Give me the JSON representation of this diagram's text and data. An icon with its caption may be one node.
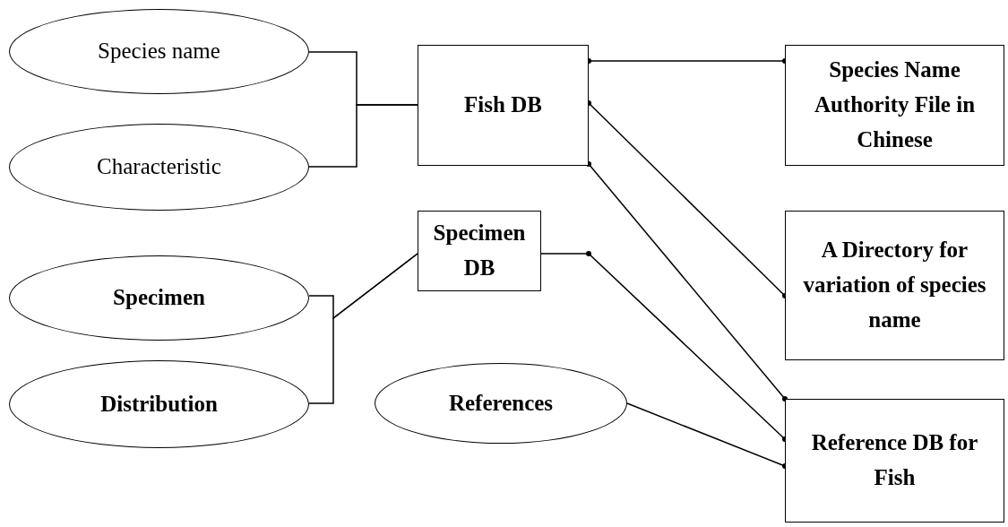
{
  "diagram": {
    "nodes": [
      {
        "text": [
          "Species name"
        ]
      },
      {
        "text": [
          "Characteristic"
        ]
      },
      {
        "text": [
          "Fish DB"
        ]
      },
      {
        "text": [
          "Species Name Authority File in Chinese"
        ]
      },
      {
        "text": [
          "Specimen DB"
        ]
      },
      {
        "text": [
          "A Directory for variation of species name"
        ]
      },
      {
        "text": [
          "Specimen"
        ]
      },
      {
        "text": [
          "Distribution"
        ]
      },
      {
        "text": [
          "References"
        ]
      },
      {
        "text": [
          "Reference DB for Fish"
        ]
      }
    ],
    "edges": [
      {
        "from": 0,
        "to": 2,
        "arrow": "none"
      },
      {
        "from": 1,
        "to": 2,
        "arrow": "none"
      },
      {
        "from": 2,
        "to": 3,
        "arrow": "other"
      },
      {
        "from": 2,
        "to": 5,
        "arrow": "other"
      },
      {
        "from": 2,
        "to": 9,
        "arrow": "other"
      },
      {
        "from": 4,
        "to": 9,
        "arrow": "other"
      },
      {
        "from": 6,
        "to": 4,
        "arrow": "none"
      },
      {
        "from": 7,
        "to": 4,
        "arrow": "none"
      },
      {
        "from": 8,
        "to": 9,
        "arrow": "other"
      }
    ]
  }
}
